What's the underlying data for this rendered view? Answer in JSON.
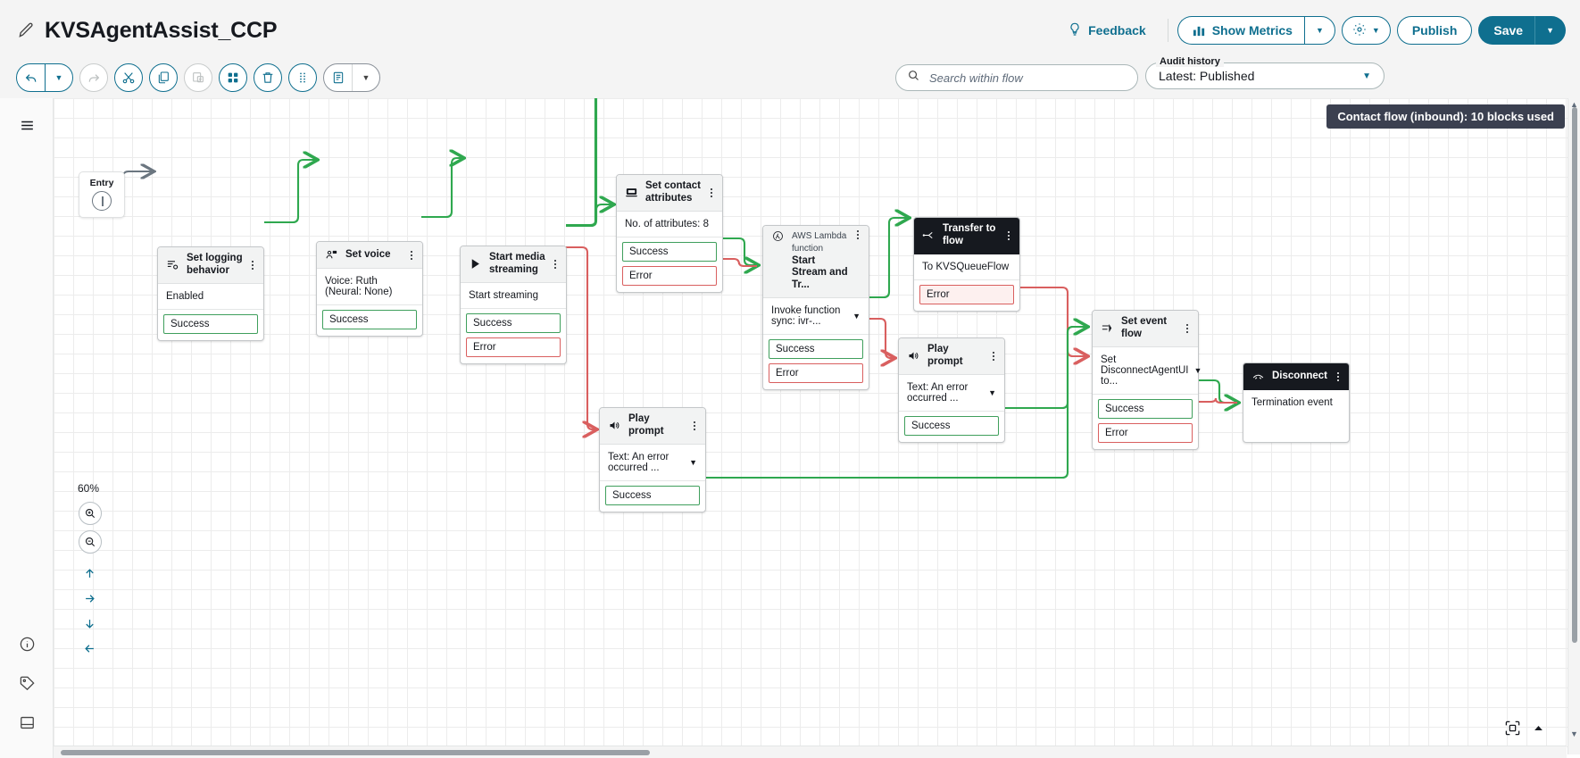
{
  "header": {
    "edit_icon": "pencil-icon",
    "title": "KVSAgentAssist_CCP",
    "feedback_label": "Feedback",
    "feedback_icon": "lightbulb-icon",
    "show_metrics_label": "Show Metrics",
    "metrics_icon": "bar-chart-icon",
    "gear_icon": "gear-icon",
    "publish_label": "Publish",
    "save_label": "Save",
    "caret": "▼"
  },
  "toolbar": {
    "items": [
      {
        "name": "undo-button",
        "icon": "undo-icon",
        "disabled": false
      },
      {
        "name": "undo-dropdown",
        "icon": "caret-down-icon",
        "disabled": false
      },
      {
        "name": "redo-button",
        "icon": "redo-icon",
        "disabled": true
      },
      {
        "name": "cut-button",
        "icon": "scissors-icon",
        "disabled": false
      },
      {
        "name": "copy-button",
        "icon": "copy-icon",
        "disabled": false
      },
      {
        "name": "paste-button",
        "icon": "paste-icon",
        "disabled": true
      },
      {
        "name": "select-all-button",
        "icon": "grid-squares-icon",
        "disabled": false
      },
      {
        "name": "delete-button",
        "icon": "trash-icon",
        "disabled": false
      },
      {
        "name": "align-button",
        "icon": "dots-grid-icon",
        "disabled": false
      },
      {
        "name": "notes-button",
        "icon": "note-icon",
        "disabled": false
      },
      {
        "name": "notes-dropdown",
        "icon": "caret-down-icon",
        "disabled": false
      }
    ]
  },
  "search": {
    "placeholder": "Search within flow",
    "value": "",
    "icon": "search-icon"
  },
  "audit": {
    "label": "Audit history",
    "selected": "Latest: Published",
    "caret": "▼"
  },
  "rail": {
    "menu_icon": "hamburger-menu-icon",
    "info_icon": "info-circle-icon",
    "tag_icon": "tag-icon",
    "panel_icon": "panel-icon"
  },
  "canvas": {
    "blocks_badge": "Contact flow (inbound): 10 blocks used",
    "zoom_level": "60%",
    "zoom_in_icon": "zoom-in-icon",
    "zoom_out_icon": "zoom-out-icon",
    "pan_up_icon": "arrow-up-icon",
    "pan_right_icon": "arrow-right-icon",
    "pan_down_icon": "arrow-down-icon",
    "pan_left_icon": "arrow-left-icon",
    "fit_icon": "fit-to-screen-icon",
    "collapse_icon": "caret-up-icon"
  },
  "entry": {
    "label": "Entry"
  },
  "nodes": [
    {
      "id": "set-logging-behavior",
      "icon": "logging-gear-icon",
      "title": "Set logging behavior",
      "subtitle": "",
      "body": "Enabled",
      "has_chevron": false,
      "dark": false,
      "ports": [
        {
          "label": "Success",
          "type": "success"
        }
      ]
    },
    {
      "id": "set-voice",
      "icon": "person-voice-icon",
      "title": "Set voice",
      "subtitle": "",
      "body": "Voice: Ruth (Neural: None)",
      "has_chevron": false,
      "dark": false,
      "ports": [
        {
          "label": "Success",
          "type": "success"
        }
      ]
    },
    {
      "id": "start-media-streaming",
      "icon": "play-triangle-icon",
      "title": "Start media streaming",
      "subtitle": "",
      "body": "Start streaming",
      "has_chevron": false,
      "dark": false,
      "ports": [
        {
          "label": "Success",
          "type": "success"
        },
        {
          "label": "Error",
          "type": "error"
        }
      ]
    },
    {
      "id": "set-contact-attributes",
      "icon": "attributes-icon",
      "title": "Set contact attributes",
      "subtitle": "",
      "body": "No. of attributes: 8",
      "has_chevron": false,
      "dark": false,
      "ports": [
        {
          "label": "Success",
          "type": "success"
        },
        {
          "label": "Error",
          "type": "error"
        }
      ]
    },
    {
      "id": "aws-lambda-function",
      "icon": "lambda-icon",
      "title": "Start Stream and Tr...",
      "subtitle": "AWS Lambda function",
      "body": "Invoke function sync: ivr-...",
      "has_chevron": true,
      "dark": false,
      "ports": [
        {
          "label": "Success",
          "type": "success"
        },
        {
          "label": "Error",
          "type": "error"
        }
      ]
    },
    {
      "id": "transfer-to-flow",
      "icon": "transfer-icon",
      "title": "Transfer to flow",
      "subtitle": "",
      "body": "To KVSQueueFlow",
      "has_chevron": false,
      "dark": true,
      "ports": [
        {
          "label": "Error",
          "type": "error-filled"
        }
      ]
    },
    {
      "id": "play-prompt-right",
      "icon": "speaker-icon",
      "title": "Play prompt",
      "subtitle": "",
      "body": "Text: An error occurred ...",
      "has_chevron": true,
      "dark": false,
      "ports": [
        {
          "label": "Success",
          "type": "success"
        }
      ]
    },
    {
      "id": "play-prompt-bottom",
      "icon": "speaker-icon",
      "title": "Play prompt",
      "subtitle": "",
      "body": "Text: An error occurred ...",
      "has_chevron": true,
      "dark": false,
      "ports": [
        {
          "label": "Success",
          "type": "success"
        }
      ]
    },
    {
      "id": "set-event-flow",
      "icon": "event-flow-icon",
      "title": "Set event flow",
      "subtitle": "",
      "body": "Set DisconnectAgentUI to...",
      "has_chevron": true,
      "dark": false,
      "ports": [
        {
          "label": "Success",
          "type": "success"
        },
        {
          "label": "Error",
          "type": "error"
        }
      ]
    },
    {
      "id": "disconnect",
      "icon": "disconnect-icon",
      "title": "Disconnect",
      "subtitle": "",
      "body": "Termination event",
      "has_chevron": false,
      "dark": true,
      "ports": []
    }
  ],
  "colors": {
    "accent": "#0f6f8f",
    "success": "#3f9f5c",
    "error": "#d95f5f",
    "dark_header": "#16191f",
    "badge": "#3b4050"
  }
}
